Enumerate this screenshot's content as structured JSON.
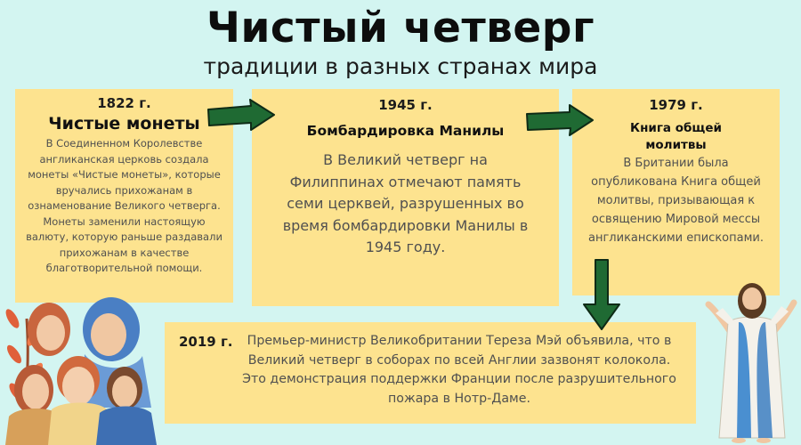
{
  "header": {
    "title": "Чистый четверг",
    "subtitle": "традиции в разных странах мира"
  },
  "cards": [
    {
      "year": "1822 г.",
      "heading": "Чистые монеты",
      "text": "В Соединенном Королевстве англиканская церковь создала монеты «Чистые монеты», которые вручались прихожанам в ознаменование Великого четверга. Монеты заменили настоящую валюту, которую раньше раздавали прихожанам в качестве благотворительной помощи."
    },
    {
      "year": "1945 г.",
      "heading": "Бомбардировка Манилы",
      "text": "В Великий четверг на Филиппинах отмечают память семи церквей, разрушенных во время бомбардировки Манилы в 1945 году."
    },
    {
      "year": "1979 г.",
      "heading": "Книга общей молитвы",
      "text": "В Британии была опубликована Книга общей молитвы, призывающая к освящению Мировой мессы англиканскими епископами."
    },
    {
      "year": "2019 г.",
      "text": "Премьер-министр Великобритании Тереза Мэй объявила, что в Великий четверг в соборах по всей Англии зазвонят колокола. Это демонстрация поддержки Франции после разрушительного пожара в Нотр-Даме."
    }
  ],
  "icons": {
    "arrow": "arrow-right-icon",
    "arrow_down": "arrow-down-icon"
  },
  "colors": {
    "background": "#d3f5f1",
    "card": "#fde38f",
    "arrow": "#1f6a33"
  }
}
